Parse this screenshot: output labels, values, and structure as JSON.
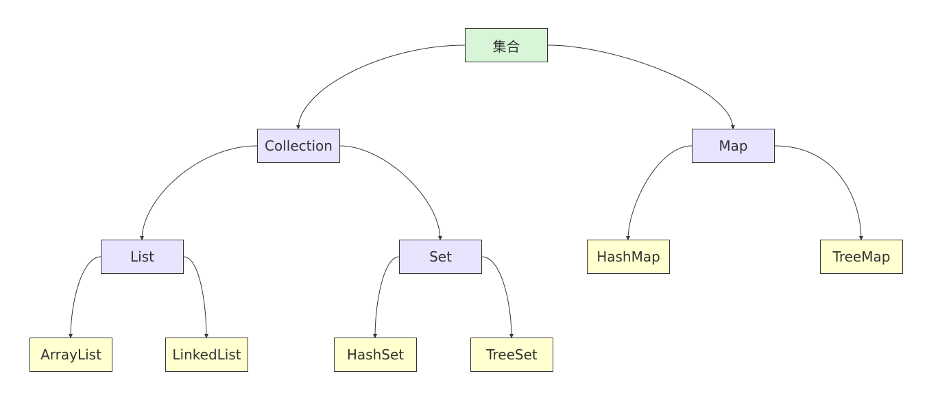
{
  "colors": {
    "root_fill": "#d8f5d8",
    "category_fill": "#e9e3fd",
    "impl_fill": "#ffffcf",
    "border": "#333333",
    "line": "#333333"
  },
  "nodes": {
    "root": {
      "label": "集合",
      "kind": "root"
    },
    "collection": {
      "label": "Collection",
      "kind": "category"
    },
    "map": {
      "label": "Map",
      "kind": "category"
    },
    "list": {
      "label": "List",
      "kind": "category"
    },
    "set": {
      "label": "Set",
      "kind": "category"
    },
    "hashmap": {
      "label": "HashMap",
      "kind": "impl"
    },
    "treemap": {
      "label": "TreeMap",
      "kind": "impl"
    },
    "arraylist": {
      "label": "ArrayList",
      "kind": "impl"
    },
    "linkedlist": {
      "label": "LinkedList",
      "kind": "impl"
    },
    "hashset": {
      "label": "HashSet",
      "kind": "impl"
    },
    "treeset": {
      "label": "TreeSet",
      "kind": "impl"
    }
  },
  "edges": [
    [
      "root",
      "collection"
    ],
    [
      "root",
      "map"
    ],
    [
      "collection",
      "list"
    ],
    [
      "collection",
      "set"
    ],
    [
      "map",
      "hashmap"
    ],
    [
      "map",
      "treemap"
    ],
    [
      "list",
      "arraylist"
    ],
    [
      "list",
      "linkedlist"
    ],
    [
      "set",
      "hashset"
    ],
    [
      "set",
      "treeset"
    ]
  ]
}
